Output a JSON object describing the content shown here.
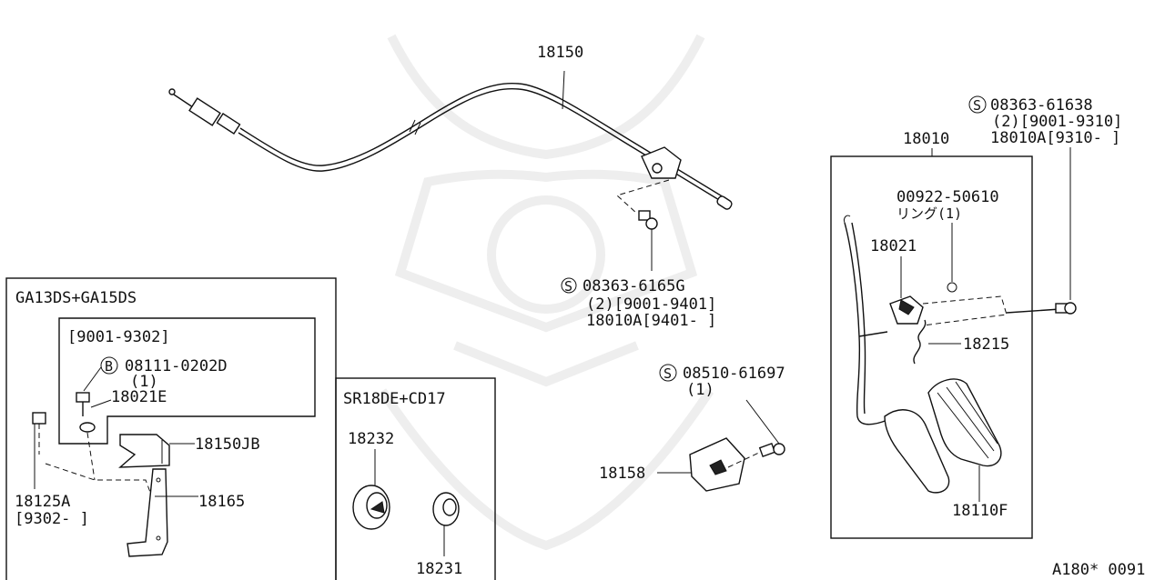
{
  "diagram": {
    "labels": {
      "p18150": "18150",
      "s_top_code": "08363-61638",
      "s_top_qty": "(2)[9001-9310]",
      "s_top_alt": "18010A[9310-  ]",
      "p18010": "18010",
      "p00922": "00922-50610",
      "p00922_sub": "リング(1)",
      "p18021": "18021",
      "p18215": "18215",
      "s_mid_code": "08363-6165G",
      "s_mid_qty": "(2)[9001-9401]",
      "s_mid_alt": "18010A[9401-     ]",
      "s_low_code": "08510-61697",
      "s_low_qty": "(1)",
      "p18158": "18158",
      "p18110F": "18110F",
      "box_ga": "GA13DS+GA15DS",
      "box_ga_inner": "[9001-9302]",
      "b_code": "08111-0202D",
      "b_qty": "(1)",
      "p18021E": "18021E",
      "p18150JB": "18150JB",
      "p18165": "18165",
      "p18125A": "18125A",
      "p18125A_range": "[9302-     ]",
      "box_sr": "SR18DE+CD17",
      "p18232": "18232",
      "p18231": "18231",
      "footer_code": "A180* 0091"
    },
    "symbols": {
      "s": "S",
      "b": "B"
    }
  }
}
